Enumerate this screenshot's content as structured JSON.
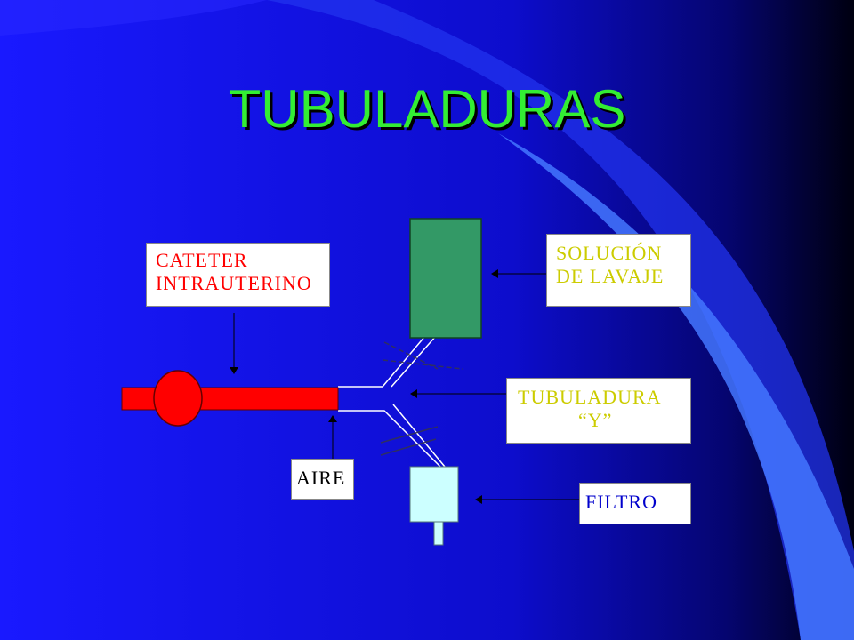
{
  "slide": {
    "title": "TUBULADURAS",
    "colors": {
      "title": "#33ee33",
      "background_start": "#1a1aff",
      "background_end": "#00001a",
      "catheter": "#ff0000",
      "solution_bag": "#339966",
      "filter": "#ccffff",
      "label_red": "#ff0000",
      "label_yellow": "#cccc00",
      "label_blue": "#0000cc",
      "label_black": "#000000"
    }
  },
  "diagram": {
    "labels": {
      "catheter": {
        "line1": "CATETER",
        "line2": "INTRAUTERINO"
      },
      "solution": {
        "line1": "SOLUCIÓN",
        "line2": "DE LAVAJE"
      },
      "tubing": {
        "line1": "TUBULADURA",
        "line2": "“Y”"
      },
      "filter": "FILTRO",
      "air": "AIRE"
    }
  }
}
